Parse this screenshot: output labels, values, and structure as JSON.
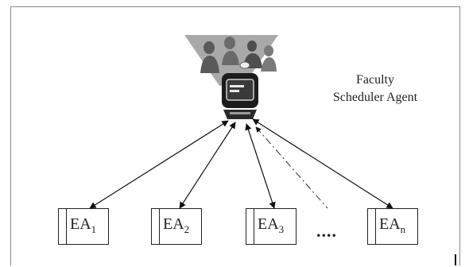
{
  "agent": {
    "label_line1": "Faculty",
    "label_line2": "Scheduler Agent",
    "icon": "computer-icon",
    "group_icon": "people-group-icon"
  },
  "event_agents": [
    {
      "prefix": "EA",
      "sub": "1"
    },
    {
      "prefix": "EA",
      "sub": "2"
    },
    {
      "prefix": "EA",
      "sub": "3"
    },
    {
      "prefix": "EA",
      "sub": "n"
    }
  ],
  "ellipsis": "...."
}
